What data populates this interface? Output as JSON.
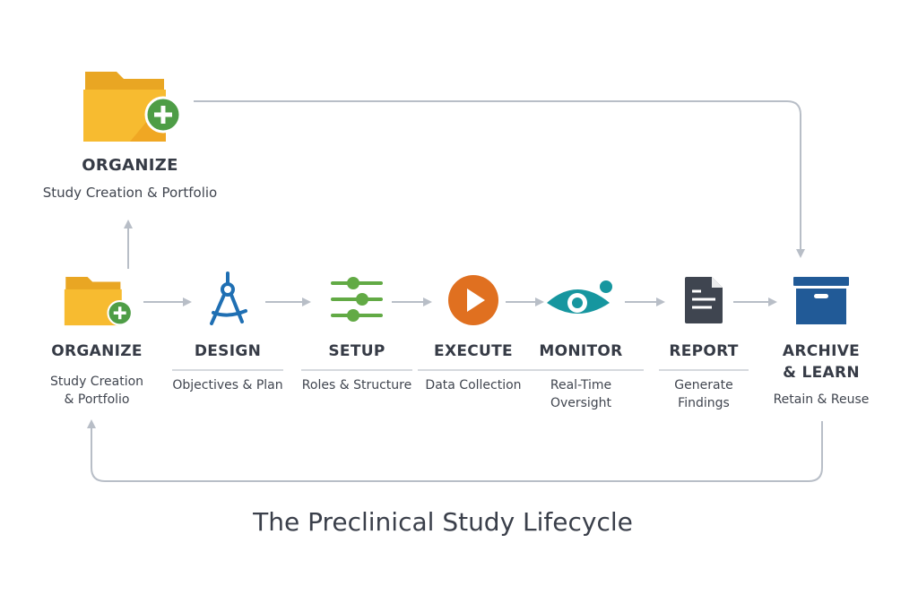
{
  "top_stage": {
    "title": "ORGANIZE",
    "subtitle": "Study Creation & Portfolio",
    "icon": "folder-plus-icon"
  },
  "steps": [
    {
      "title": "ORGANIZE",
      "subtitle": "Study Creation & Portfolio",
      "icon": "folder-plus-icon"
    },
    {
      "title": "DESIGN",
      "subtitle": "Objectives & Plan",
      "icon": "compass-icon"
    },
    {
      "title": "SETUP",
      "subtitle": "Roles & Structure",
      "icon": "sliders-icon"
    },
    {
      "title": "EXECUTE",
      "subtitle": "Data Collection",
      "icon": "play-icon"
    },
    {
      "title": "MONITOR",
      "subtitle": "Real-Time Oversight",
      "icon": "eye-icon"
    },
    {
      "title": "REPORT",
      "subtitle": "Generate Findings",
      "icon": "document-icon"
    },
    {
      "title": "ARCHIVE & LEARN",
      "subtitle": "Retain & Reuse",
      "icon": "archive-box-icon"
    }
  ],
  "caption": "The Preclinical Study Lifecycle",
  "colors": {
    "folder": "#f6b52a",
    "plus": "#4e9d46",
    "design": "#1f6fb3",
    "setup": "#62aa45",
    "execute": "#e07020",
    "monitor": "#16969f",
    "report": "#3f4550",
    "archive": "#215a97",
    "arrow": "#b8bec7"
  }
}
